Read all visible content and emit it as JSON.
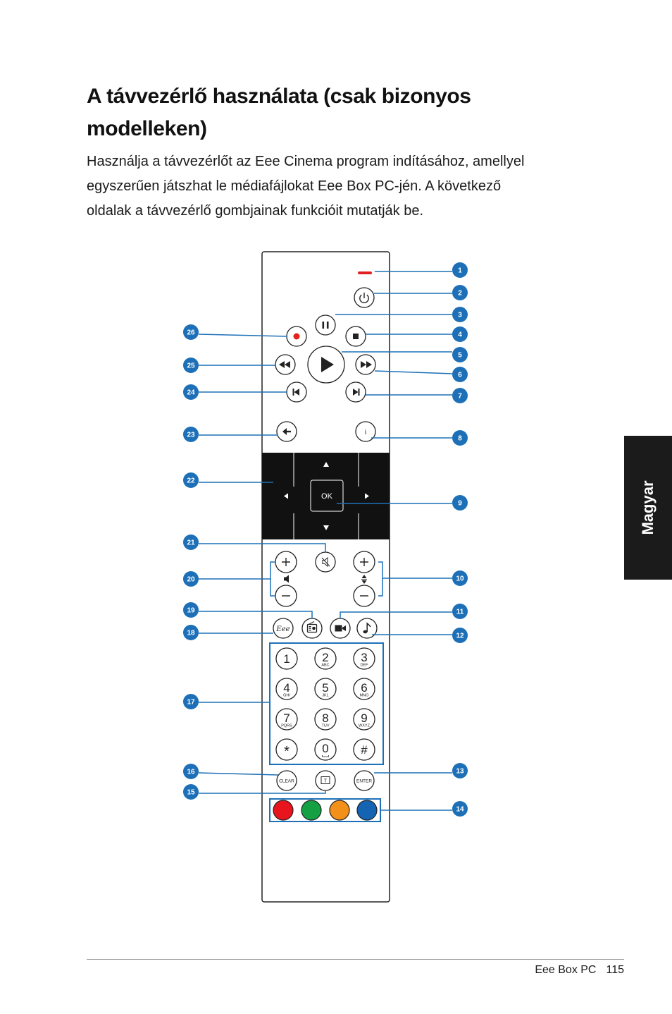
{
  "page": {
    "title_lines": [
      "A távvezérlő használata (csak bizonyos",
      "modelleken)"
    ],
    "intro_lines": [
      "Használja a távvezérlőt az Eee Cinema program indításához, amellyel",
      "egyszerűen játszhat le médiafájlokat Eee Box PC-jén. A következő",
      "oldalak a távvezérlő gombjainak funkcióit mutatják be."
    ],
    "side_tab": "Magyar",
    "footer": {
      "product": "Eee Box PC",
      "page_number": "115"
    }
  },
  "remote": {
    "ok_label": "OK",
    "info_label": "i",
    "eee_logo": "Eee",
    "teletext_label": "T",
    "clear_label": "CLEAR",
    "enter_label": "ENTER",
    "keypad": [
      {
        "digit": "1",
        "letters": ""
      },
      {
        "digit": "2",
        "letters": "ABC"
      },
      {
        "digit": "3",
        "letters": "DEF"
      },
      {
        "digit": "4",
        "letters": "GHI"
      },
      {
        "digit": "5",
        "letters": "JKL"
      },
      {
        "digit": "6",
        "letters": "MNO"
      },
      {
        "digit": "7",
        "letters": "PQRS"
      },
      {
        "digit": "8",
        "letters": "TUV"
      },
      {
        "digit": "9",
        "letters": "WXYZ"
      },
      {
        "digit": "*",
        "letters": ""
      },
      {
        "digit": "0",
        "letters": ""
      },
      {
        "digit": "#",
        "letters": ""
      }
    ]
  },
  "callouts": [
    "1",
    "2",
    "3",
    "4",
    "5",
    "6",
    "7",
    "8",
    "9",
    "10",
    "11",
    "12",
    "13",
    "14",
    "15",
    "16",
    "17",
    "18",
    "19",
    "20",
    "21",
    "22",
    "23",
    "24",
    "25",
    "26"
  ],
  "colors": {
    "callout": "#1d70b7",
    "led": "#e02020",
    "record_dot": "#e32119",
    "color_red": "#e8141e",
    "color_green": "#16a044",
    "color_orange": "#f3901a",
    "color_blue": "#1564b3",
    "side_tab": "#1b1b1b"
  }
}
